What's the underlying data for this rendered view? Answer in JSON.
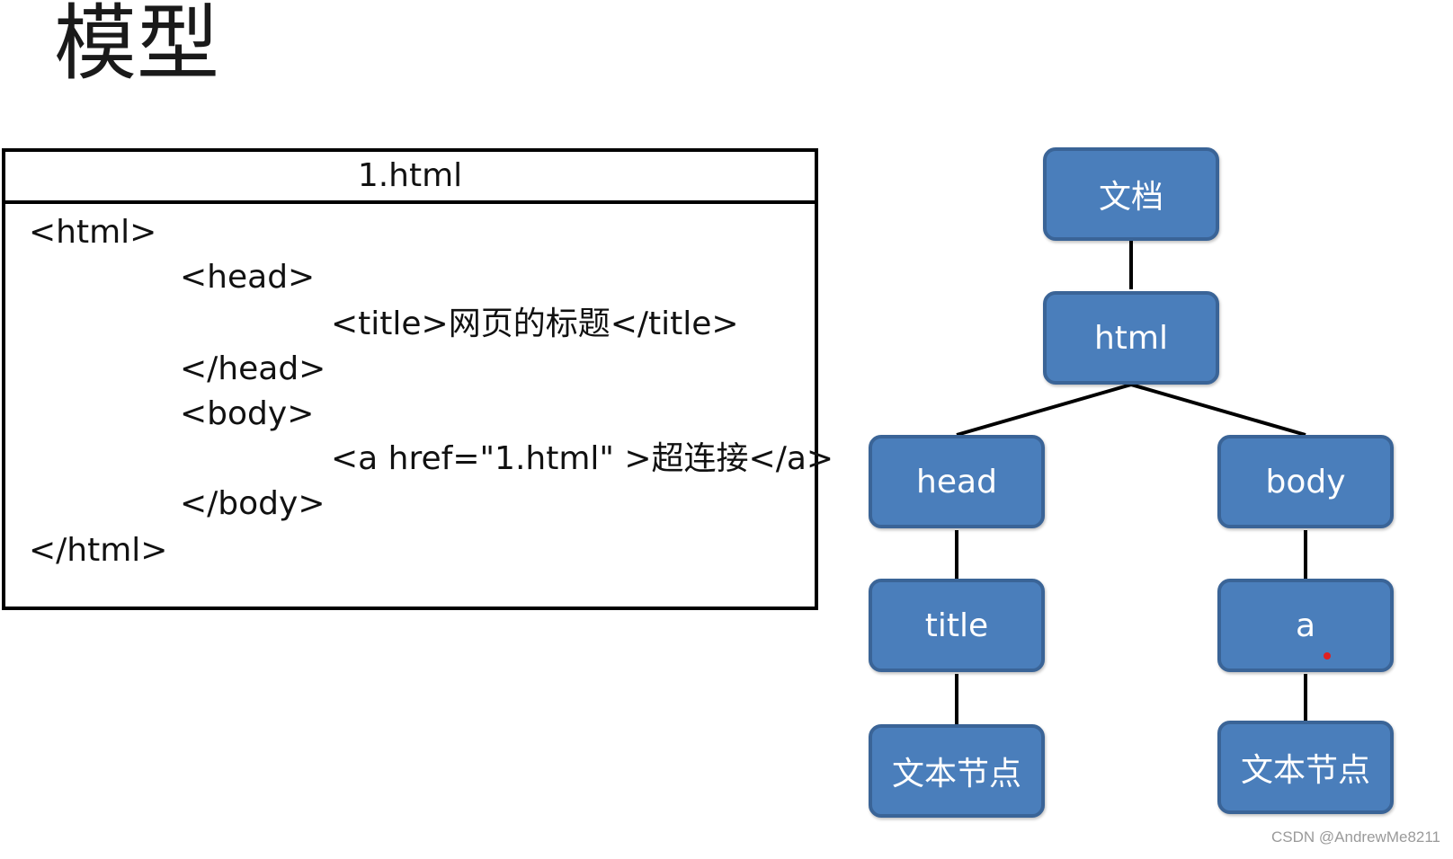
{
  "title": "模型",
  "code_box": {
    "filename": "1.html",
    "lines": [
      "<html>",
      "<head>",
      "<title>网页的标题</title>",
      "</head>",
      "<body>",
      "<a href=\"1.html\" >超连接</a>",
      "</body>",
      "</html>"
    ]
  },
  "tree": {
    "node_color": "#4a7ebb",
    "node_border_color": "#3a6497",
    "nodes": {
      "document": "文档",
      "html": "html",
      "head": "head",
      "body": "body",
      "title": "title",
      "a": "a",
      "text_node_left": "文本节点",
      "text_node_right": "文本节点"
    }
  },
  "watermark": "CSDN @AndrewMe8211"
}
